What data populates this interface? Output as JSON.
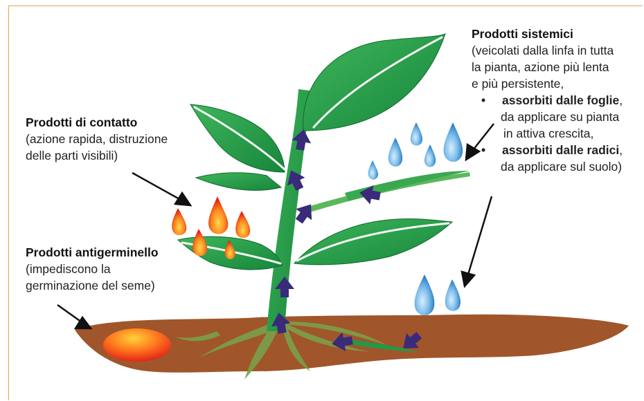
{
  "contact": {
    "title": "Prodotti di contatto",
    "lines": [
      "(azione rapida, distruzione",
      "delle parti visibili)"
    ]
  },
  "antigerm": {
    "title": "Prodotti antigerminello",
    "lines": [
      "(impediscono la",
      "germinazione del seme)"
    ]
  },
  "systemic": {
    "title": "Prodotti sistemici",
    "lines": [
      "(veicolati dalla linfa in tutta",
      "la pianta, azione più lenta",
      "e più persistente,"
    ],
    "bullet1_bold": "assorbiti dalle foglie",
    "bullet1_tail": ",",
    "bullet1_sub": [
      "da applicare su pianta",
      "in attiva crescita,"
    ],
    "bullet2_bold": "assorbiti dalle radici",
    "bullet2_tail": ",",
    "bullet2_sub": [
      "da applicare sul suolo)"
    ]
  },
  "colors": {
    "border": "#e8a44a",
    "soil": "#a0562a",
    "leaf": "#1f9a48",
    "arrow": "#3a2a7a",
    "water": "#6fb2e6",
    "fire": "#ef5a1f",
    "seed": "#e83a1a"
  }
}
